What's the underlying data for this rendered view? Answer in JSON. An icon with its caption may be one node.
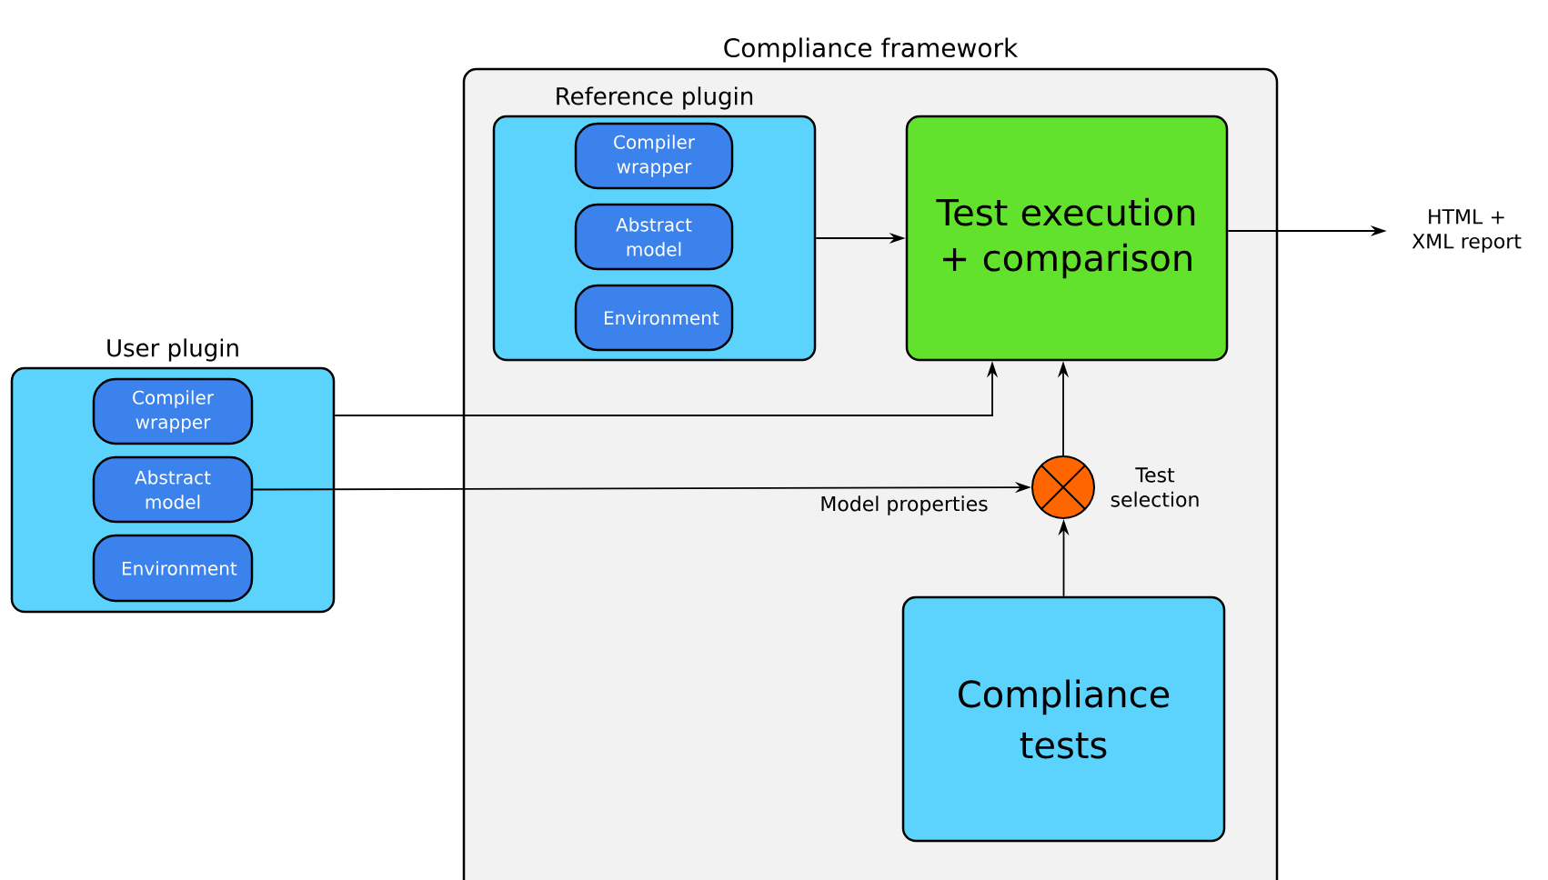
{
  "diagram": {
    "nodes": [
      {
        "text": [
          "Compliance framework"
        ]
      },
      {
        "text": [
          "Reference plugin"
        ],
        "in": 0
      },
      {
        "text": [
          "Compiler wrapper"
        ],
        "in": 1
      },
      {
        "text": [
          "Abstract model"
        ],
        "in": 1
      },
      {
        "text": [
          "Environment"
        ],
        "in": 1
      },
      {
        "text": [
          "Test execution + comparison"
        ],
        "in": 0
      },
      {
        "text": [
          "User plugin"
        ]
      },
      {
        "text": [
          "Compiler wrapper"
        ],
        "in": 6
      },
      {
        "text": [
          "Abstract model"
        ],
        "in": 6
      },
      {
        "text": [
          "Environment"
        ],
        "in": 6
      },
      {
        "text": [],
        "shape": "circle",
        "in": 0,
        "beside": [
          "Test selection"
        ]
      },
      {
        "text": [
          "Compliance tests"
        ],
        "in": 0
      },
      {
        "text": [
          "HTML + XML report"
        ]
      }
    ],
    "edges": [
      {
        "from": 1,
        "to": 5,
        "arrow": "to"
      },
      {
        "from": 6,
        "to": 5,
        "arrow": "to"
      },
      {
        "from": 8,
        "to": 10,
        "arrow": "to",
        "label": "Model properties"
      },
      {
        "from": 10,
        "to": 5,
        "arrow": "to"
      },
      {
        "from": 11,
        "to": 10,
        "arrow": "to"
      },
      {
        "from": 5,
        "to": 12,
        "arrow": "to"
      }
    ]
  }
}
